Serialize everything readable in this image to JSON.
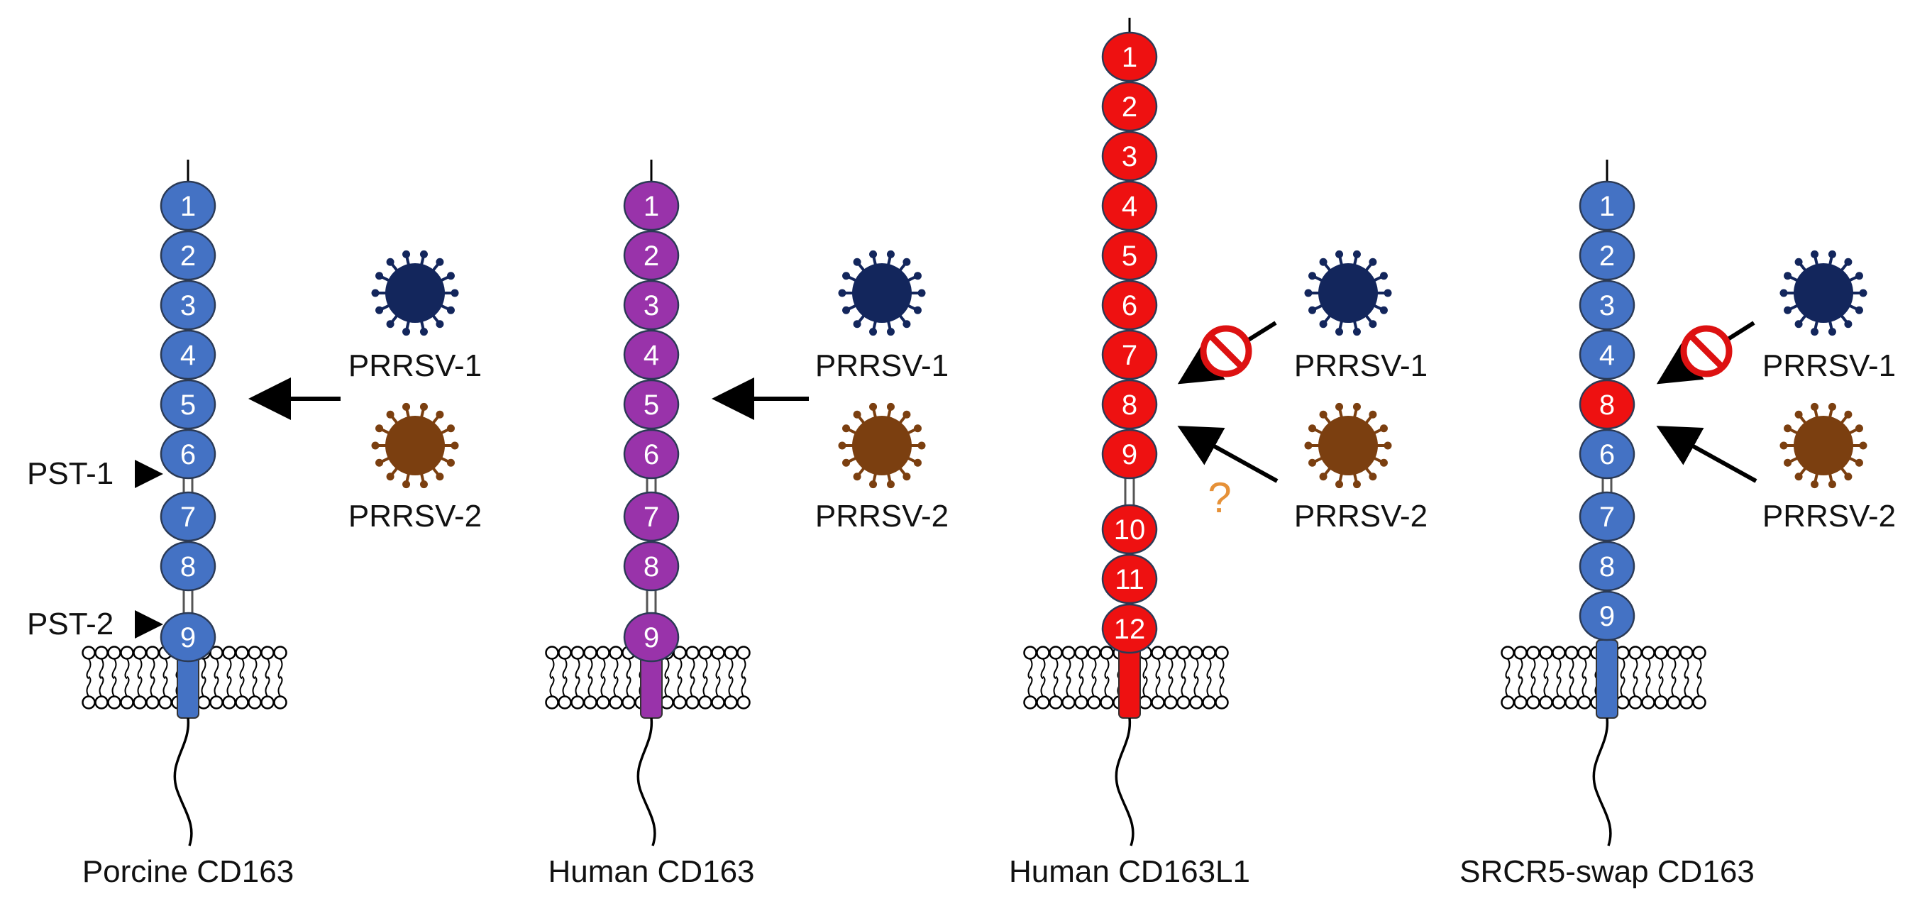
{
  "panels": [
    {
      "id": "porcine",
      "title": "Porcine CD163",
      "stem_color": "#4472C4",
      "domains": [
        {
          "label": "1",
          "color": "#4472C4"
        },
        {
          "label": "2",
          "color": "#4472C4"
        },
        {
          "label": "3",
          "color": "#4472C4"
        },
        {
          "label": "4",
          "color": "#4472C4"
        },
        {
          "label": "5",
          "color": "#4472C4"
        },
        {
          "label": "6",
          "color": "#4472C4"
        },
        {
          "label": "7",
          "color": "#4472C4"
        },
        {
          "label": "8",
          "color": "#4472C4"
        },
        {
          "label": "9",
          "color": "#4472C4"
        }
      ],
      "pst_labels": [
        "PST-1",
        "PST-2"
      ],
      "virus_labels": [
        "PRRSV-1",
        "PRRSV-2"
      ]
    },
    {
      "id": "human",
      "title": "Human CD163",
      "stem_color": "#9933AA",
      "domains": [
        {
          "label": "1",
          "color": "#9933AA"
        },
        {
          "label": "2",
          "color": "#9933AA"
        },
        {
          "label": "3",
          "color": "#9933AA"
        },
        {
          "label": "4",
          "color": "#9933AA"
        },
        {
          "label": "5",
          "color": "#9933AA"
        },
        {
          "label": "6",
          "color": "#9933AA"
        },
        {
          "label": "7",
          "color": "#9933AA"
        },
        {
          "label": "8",
          "color": "#9933AA"
        },
        {
          "label": "9",
          "color": "#9933AA"
        }
      ],
      "virus_labels": [
        "PRRSV-1",
        "PRRSV-2"
      ]
    },
    {
      "id": "cd163l1",
      "title": "Human CD163L1",
      "stem_color": "#EE1111",
      "domains": [
        {
          "label": "1",
          "color": "#EE1111"
        },
        {
          "label": "2",
          "color": "#EE1111"
        },
        {
          "label": "3",
          "color": "#EE1111"
        },
        {
          "label": "4",
          "color": "#EE1111"
        },
        {
          "label": "5",
          "color": "#EE1111"
        },
        {
          "label": "6",
          "color": "#EE1111"
        },
        {
          "label": "7",
          "color": "#EE1111"
        },
        {
          "label": "8",
          "color": "#EE1111"
        },
        {
          "label": "9",
          "color": "#EE1111"
        },
        {
          "label": "10",
          "color": "#EE1111"
        },
        {
          "label": "11",
          "color": "#EE1111"
        },
        {
          "label": "12",
          "color": "#EE1111"
        }
      ],
      "virus_labels": [
        "PRRSV-1",
        "PRRSV-2"
      ],
      "question_mark": "?"
    },
    {
      "id": "swap",
      "title": "SRCR5-swap CD163",
      "stem_color": "#4472C4",
      "domains": [
        {
          "label": "1",
          "color": "#4472C4"
        },
        {
          "label": "2",
          "color": "#4472C4"
        },
        {
          "label": "3",
          "color": "#4472C4"
        },
        {
          "label": "4",
          "color": "#4472C4"
        },
        {
          "label": "8",
          "color": "#EE1111"
        },
        {
          "label": "6",
          "color": "#4472C4"
        },
        {
          "label": "7",
          "color": "#4472C4"
        },
        {
          "label": "8",
          "color": "#4472C4"
        },
        {
          "label": "9",
          "color": "#4472C4"
        }
      ],
      "virus_labels": [
        "PRRSV-1",
        "PRRSV-2"
      ]
    }
  ],
  "colors": {
    "prrsv1": "#13265C",
    "prrsv2": "#7B3F10",
    "block": "#DD1111",
    "membrane": "#000000"
  }
}
